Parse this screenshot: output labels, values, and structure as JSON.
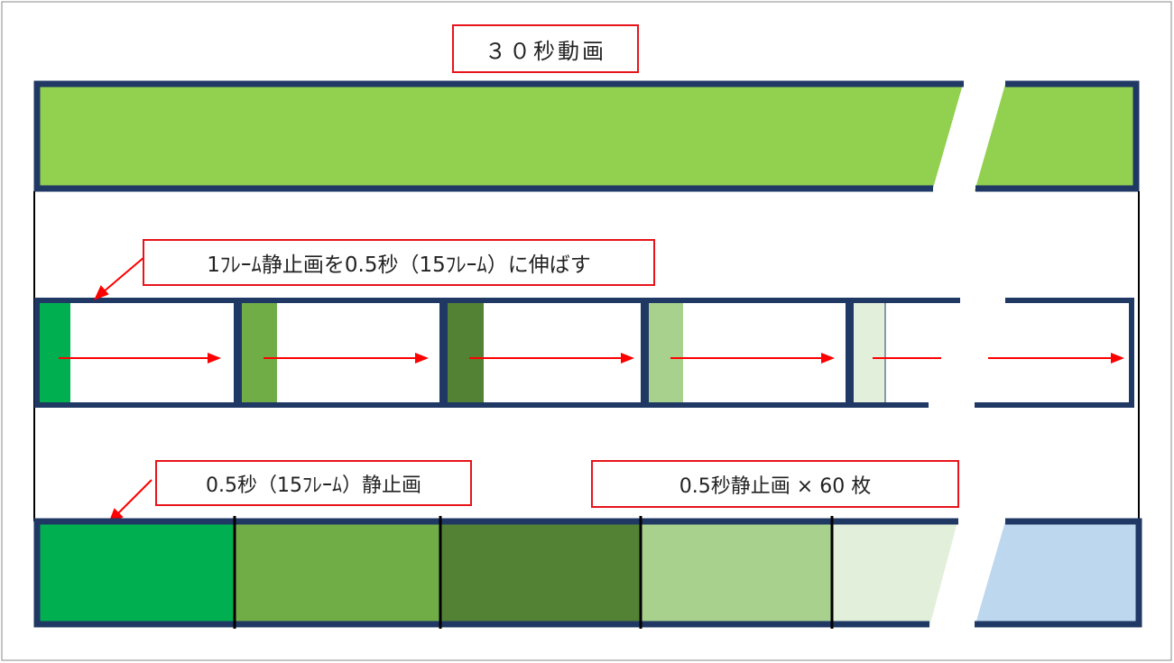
{
  "title_label": "３０秒動画",
  "stretch_label": "1ﾌﾚｰﾑ静止画を0.5秒（15ﾌﾚｰﾑ）に伸ばす",
  "still_label": "0.5秒（15ﾌﾚｰﾑ）静止画",
  "count_label": "0.5秒静止画 × 60 枚",
  "colors": {
    "video_bar": "#92D050",
    "outline": "#1F3864",
    "arrow": "#FF0000",
    "label_border": "#E8141B",
    "frames": [
      "#00B050",
      "#70AD47",
      "#548235",
      "#A9D18E",
      "#E2EFDA",
      "#BDD7EE"
    ]
  }
}
